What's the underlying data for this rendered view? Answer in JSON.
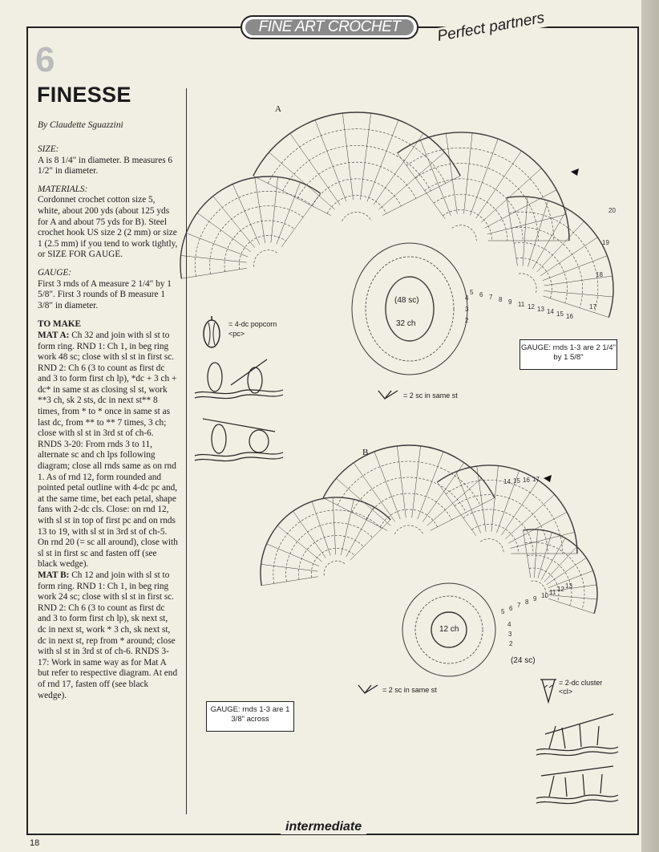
{
  "header": {
    "banner": "FINE ART CROCHET",
    "tagline": "Perfect partners"
  },
  "pattern": {
    "number": "6",
    "title": "FINESSE",
    "byline": "By Claudette Sguazzini"
  },
  "sections": {
    "size_heading": "SIZE:",
    "size_text": "A is 8 1/4\" in diameter.  B measures 6 1/2\" in diameter.",
    "materials_heading": "MATERIALS:",
    "materials_text": "Cordonnet crochet cotton size 5, white, about 200 yds (about 125 yds for A and about 75 yds for B). Steel crochet hook US size 2 (2 mm) or size 1 (2.5 mm) if you tend to work tightly, or SIZE FOR GAUGE.",
    "gauge_heading": "GAUGE:",
    "gauge_text": "First 3 rnds of A measure 2 1/4\" by 1 5/8\".  First 3 rounds of B measure 1 3/8\" in diameter.",
    "to_make_heading": "TO MAKE",
    "mat_a_label": "MAT A:",
    "mat_a_text": " Ch 32 and join with sl st to form ring.  RND 1:  Ch 1, in beg ring work 48 sc;  close with sl st in first sc.  RND 2:  Ch 6 (3 to count as first dc and 3 to form first ch lp), *dc + 3 ch + dc* in same st as closing sl st, work **3 ch, sk 2 sts, dc in next st** 8 times, from * to * once in same st as last dc, from ** to ** 7 times, 3 ch;  close with sl st in 3rd st of ch-6.  RNDS 3-20:  From rnds 3 to 11, alternate sc and ch lps following diagram;  close all rnds same as on rnd 1.  As of rnd 12, form rounded and pointed petal outline with 4-dc pc and, at the same time, bet each petal, shape fans with 2-dc cls.  Close:  on rnd 12, with sl st in top of first pc and on rnds 13 to 19, with sl st in 3rd st of ch-5.  On rnd 20 (= sc all around), close with sl st in first sc and fasten off (see black wedge).",
    "mat_b_label": "MAT B:",
    "mat_b_text": " Ch 12 and join with sl st to form ring.  RND 1:  Ch 1, in beg ring work 24 sc;  close with sl st in first sc.  RND 2:  Ch 6 (3 to count as first dc and 3 to form first ch lp), sk next st, dc in next st, work * 3 ch, sk next st, dc in next st, rep from * around;  close with sl st in 3rd st of ch-6.  RNDS 3-17:  Work in same way as for Mat A but refer to respective diagram.  At end of rnd 17, fasten off (see black wedge)."
  },
  "diagram_a": {
    "label": "A",
    "center_sc": "(48 sc)",
    "center_ch": "32 ch",
    "round_numbers": [
      "2",
      "3",
      "4",
      "5",
      "6",
      "7",
      "8",
      "9",
      "11",
      "12",
      "13",
      "14",
      "15",
      "16",
      "17",
      "18",
      "19",
      "20"
    ],
    "gauge_note": "GAUGE:  rnds 1-3 are 2 1/4\" by 1 5/8\""
  },
  "diagram_b": {
    "label": "B",
    "center_ch": "12 ch",
    "center_sc": "(24 sc)",
    "round_numbers": [
      "2",
      "3",
      "4",
      "5",
      "6",
      "7",
      "8",
      "9",
      "10",
      "11",
      "12",
      "13",
      "14",
      "15",
      "16",
      "17"
    ],
    "gauge_note": "GAUGE:  rnds 1-3 are 1 3/8\" across"
  },
  "legend": {
    "popcorn": "= 4-dc popcorn <pc>",
    "two_sc_a": "= 2 sc in same st",
    "two_sc_b": "= 2 sc in same st",
    "cluster": "= 2-dc cluster <cl>"
  },
  "footer": {
    "level": "intermediate",
    "page_number": "18"
  },
  "colors": {
    "paper": "#f1eee3",
    "ink": "#1b1b1b",
    "banner_fill": "#8a8a8a"
  }
}
